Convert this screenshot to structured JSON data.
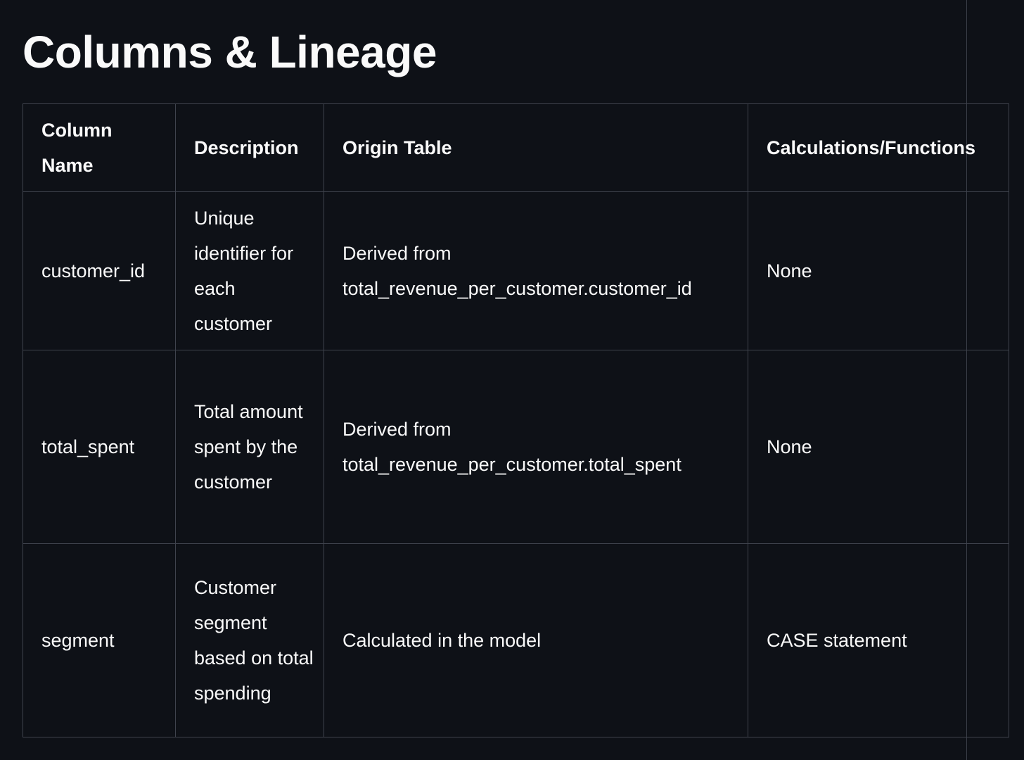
{
  "page": {
    "title": "Columns & Lineage"
  },
  "table": {
    "headers": [
      "Column Name",
      "Description",
      "Origin Table",
      "Calculations/Functions"
    ],
    "rows": [
      {
        "column_name": "customer_id",
        "description": "Unique identifier for each customer",
        "origin_table": "Derived from total_revenue_per_customer.customer_id",
        "calculations": "None"
      },
      {
        "column_name": "total_spent",
        "description": "Total amount spent by the customer",
        "origin_table": "Derived from total_revenue_per_customer.total_spent",
        "calculations": "None"
      },
      {
        "column_name": "segment",
        "description": "Customer segment based on total spending",
        "origin_table": "Calculated in the model",
        "calculations": "CASE statement"
      }
    ]
  }
}
